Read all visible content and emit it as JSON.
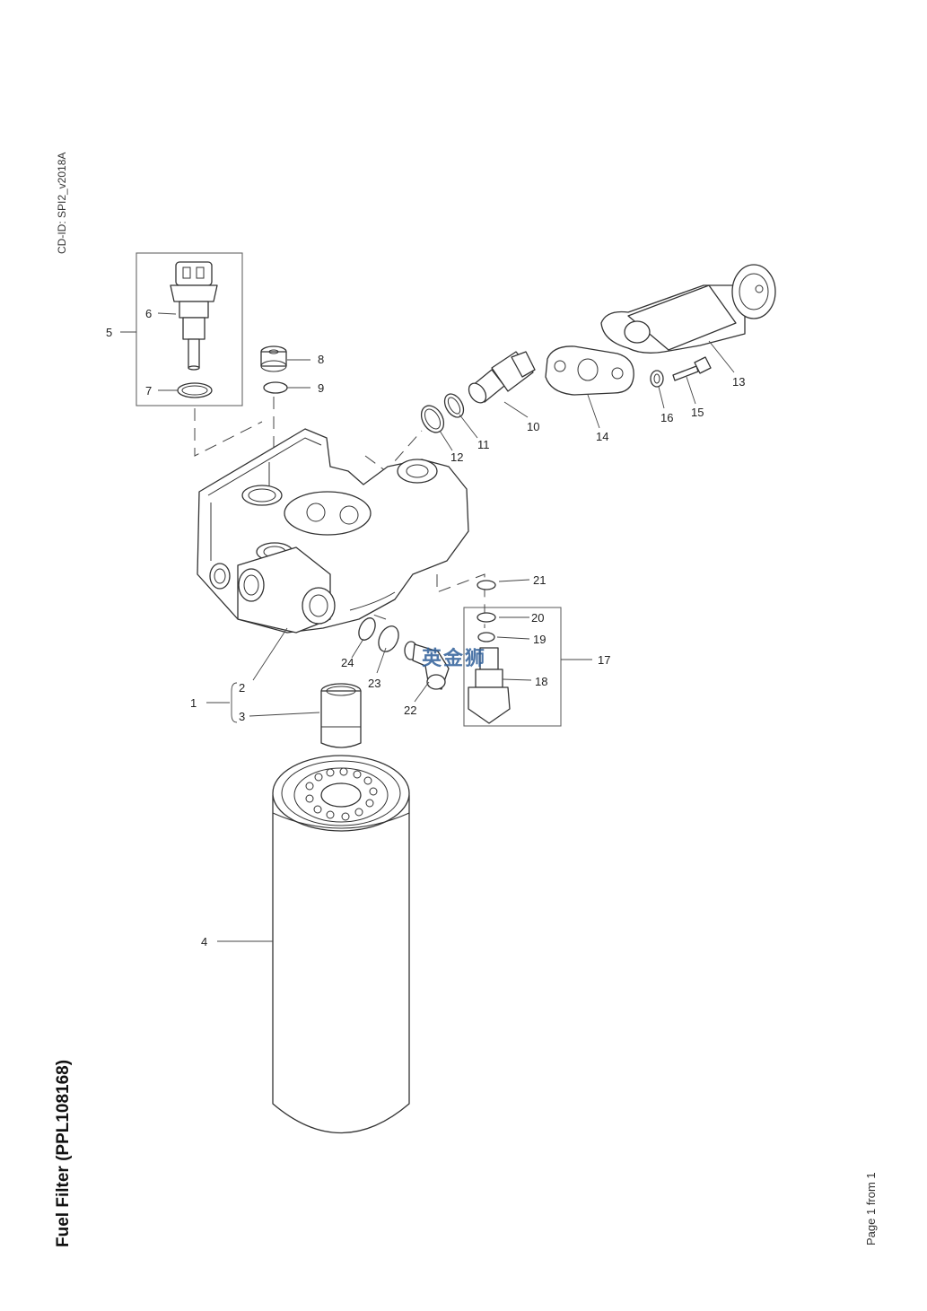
{
  "header": {
    "cd_id": "CD-ID: SPI2_v2018A"
  },
  "title": "Fuel Filter (PPL108168)",
  "footer": {
    "page": "Page 1 from 1"
  },
  "watermark": "英金狮",
  "diagram": {
    "callouts": [
      "1",
      "2",
      "3",
      "4",
      "5",
      "6",
      "7",
      "8",
      "9",
      "10",
      "11",
      "12",
      "13",
      "14",
      "15",
      "16",
      "17",
      "18",
      "19",
      "20",
      "21",
      "22",
      "23",
      "24"
    ]
  }
}
